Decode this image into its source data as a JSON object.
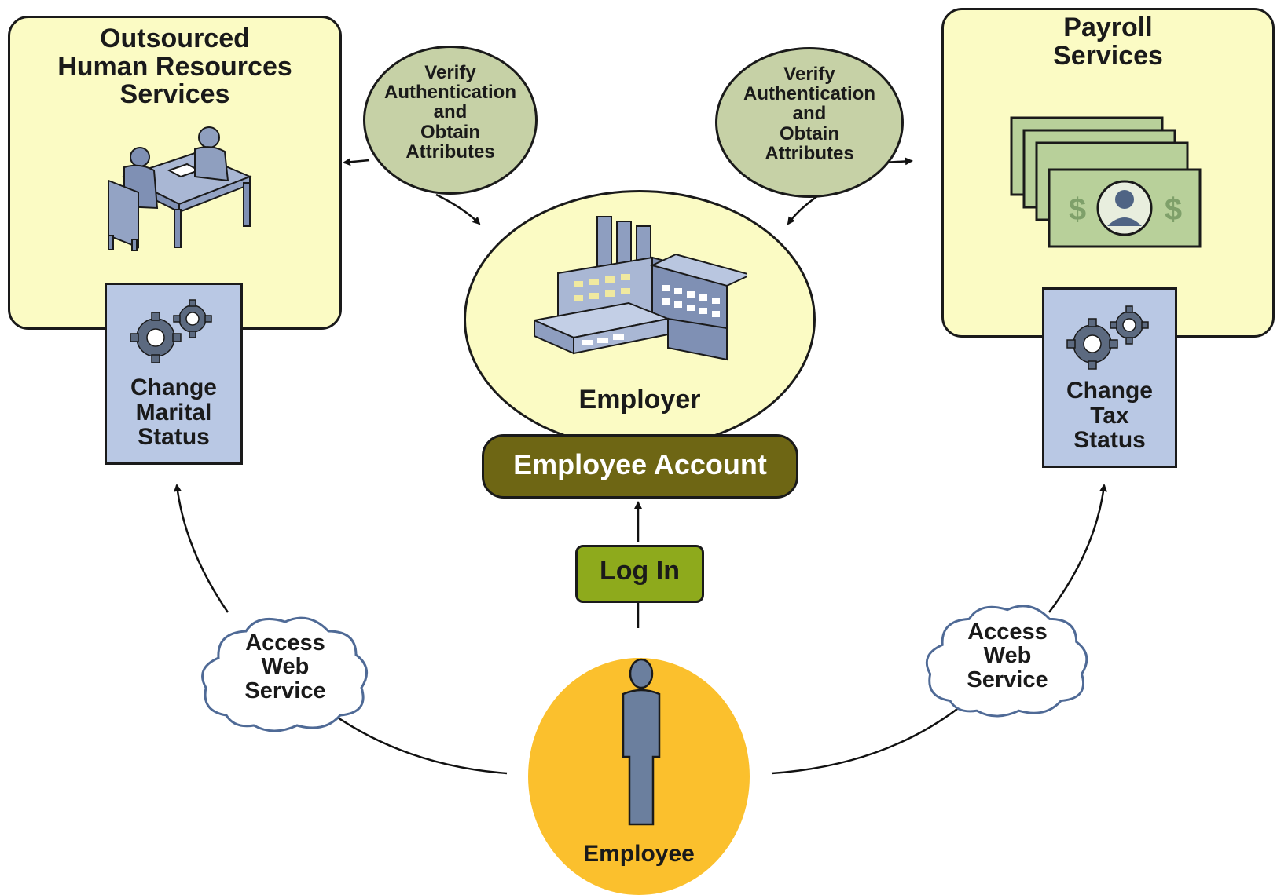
{
  "colors": {
    "panel_fill": "#fbfbc4",
    "oval_fill": "#c6d1a6",
    "service_box_fill": "#b9c8e4",
    "employee_account_fill": "#6e6614",
    "login_fill": "#8eaa1c",
    "employee_fill": "#fbc02d",
    "figure_fill": "#6b7f9e",
    "money_fill": "#b8d09a"
  },
  "hr_panel": {
    "title": "Outsourced\nHuman Resources\nServices",
    "icon": "meeting-desk-icon"
  },
  "payroll_panel": {
    "title": "Payroll\nServices",
    "icon": "money-bills-icon"
  },
  "verify_left": {
    "label": "Verify\nAuthentication\nand\nObtain\nAttributes"
  },
  "verify_right": {
    "label": "Verify\nAuthentication\nand\nObtain\nAttributes"
  },
  "employer": {
    "label": "Employer",
    "icon": "factory-icon"
  },
  "employee_account": {
    "label": "Employee Account"
  },
  "login": {
    "label": "Log In"
  },
  "change_marital": {
    "label": "Change\nMarital\nStatus",
    "icon": "gears-icon"
  },
  "change_tax": {
    "label": "Change\nTax\nStatus",
    "icon": "gears-icon"
  },
  "access_left": {
    "label": "Access\nWeb\nService",
    "icon": "cloud-icon"
  },
  "access_right": {
    "label": "Access\nWeb\nService",
    "icon": "cloud-icon"
  },
  "employee": {
    "label": "Employee",
    "icon": "person-icon"
  }
}
